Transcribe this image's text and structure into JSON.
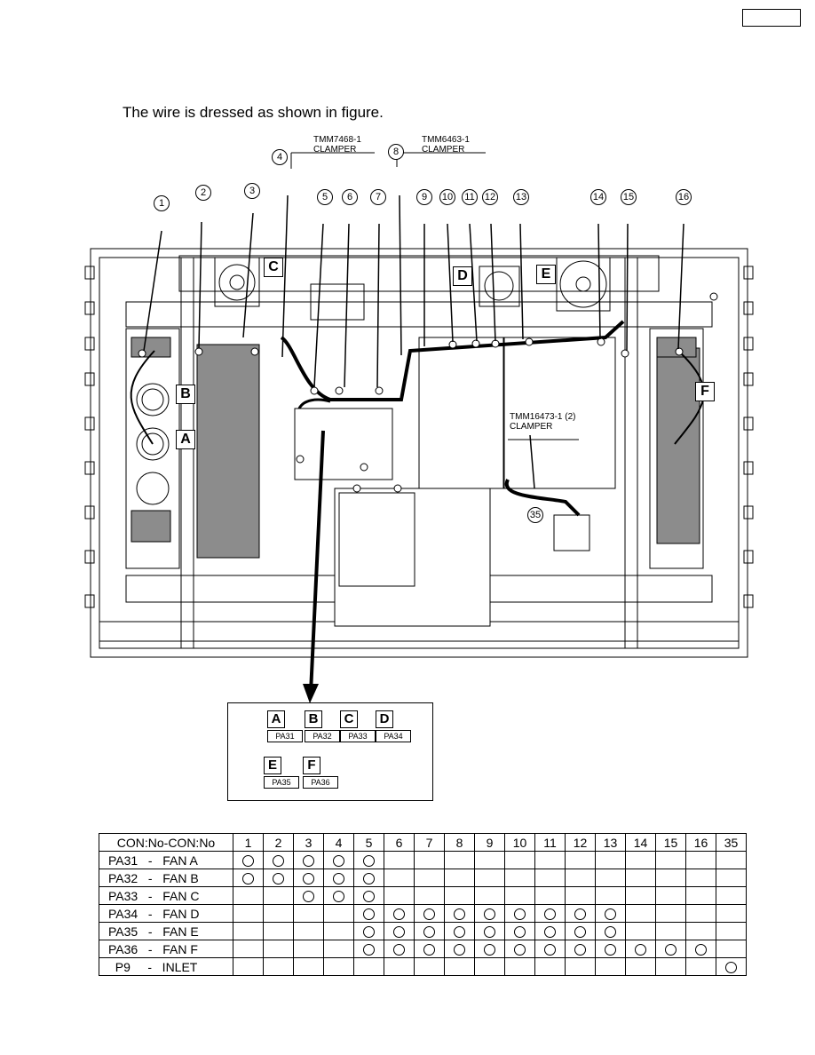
{
  "page": {
    "heading": "The wire is dressed as shown in figure."
  },
  "callouts": {
    "clamper_a": {
      "part": "TMM7468-1",
      "name": "CLAMPER"
    },
    "clamper_b": {
      "part": "TMM6463-1",
      "name": "CLAMPER"
    },
    "clamper_c": {
      "part": "TMM16473-1 (2)",
      "name": "CLAMPER"
    }
  },
  "position_numbers": [
    "1",
    "2",
    "3",
    "4",
    "5",
    "6",
    "7",
    "8",
    "9",
    "10",
    "11",
    "12",
    "13",
    "14",
    "15",
    "16",
    "35"
  ],
  "fan_letters": [
    "A",
    "B",
    "C",
    "D",
    "E",
    "F"
  ],
  "legend": [
    {
      "letter": "A",
      "label": "PA31"
    },
    {
      "letter": "B",
      "label": "PA32"
    },
    {
      "letter": "C",
      "label": "PA33"
    },
    {
      "letter": "D",
      "label": "PA34"
    },
    {
      "letter": "E",
      "label": "PA35"
    },
    {
      "letter": "F",
      "label": "PA36"
    }
  ],
  "table": {
    "header_label": "CON:No-CON:No",
    "columns": [
      "1",
      "2",
      "3",
      "4",
      "5",
      "6",
      "7",
      "8",
      "9",
      "10",
      "11",
      "12",
      "13",
      "14",
      "15",
      "16",
      "35"
    ],
    "rows": [
      {
        "label": "PA31   -   FAN A",
        "marks": [
          1,
          1,
          1,
          1,
          1,
          0,
          0,
          0,
          0,
          0,
          0,
          0,
          0,
          0,
          0,
          0,
          0
        ]
      },
      {
        "label": "PA32   -   FAN B",
        "marks": [
          1,
          1,
          1,
          1,
          1,
          0,
          0,
          0,
          0,
          0,
          0,
          0,
          0,
          0,
          0,
          0,
          0
        ]
      },
      {
        "label": "PA33   -   FAN C",
        "marks": [
          0,
          0,
          1,
          1,
          1,
          0,
          0,
          0,
          0,
          0,
          0,
          0,
          0,
          0,
          0,
          0,
          0
        ]
      },
      {
        "label": "PA34   -   FAN D",
        "marks": [
          0,
          0,
          0,
          0,
          1,
          1,
          1,
          1,
          1,
          1,
          1,
          1,
          1,
          0,
          0,
          0,
          0
        ]
      },
      {
        "label": "PA35   -   FAN E",
        "marks": [
          0,
          0,
          0,
          0,
          1,
          1,
          1,
          1,
          1,
          1,
          1,
          1,
          1,
          0,
          0,
          0,
          0
        ]
      },
      {
        "label": "PA36   -   FAN F",
        "marks": [
          0,
          0,
          0,
          0,
          1,
          1,
          1,
          1,
          1,
          1,
          1,
          1,
          1,
          1,
          1,
          1,
          0
        ]
      },
      {
        "label": "  P9     -   INLET",
        "marks": [
          0,
          0,
          0,
          0,
          0,
          0,
          0,
          0,
          0,
          0,
          0,
          0,
          0,
          0,
          0,
          0,
          1
        ]
      }
    ]
  },
  "colors": {
    "panel_gray": "#8c8c8c",
    "line": "#000000",
    "paper": "#ffffff"
  }
}
